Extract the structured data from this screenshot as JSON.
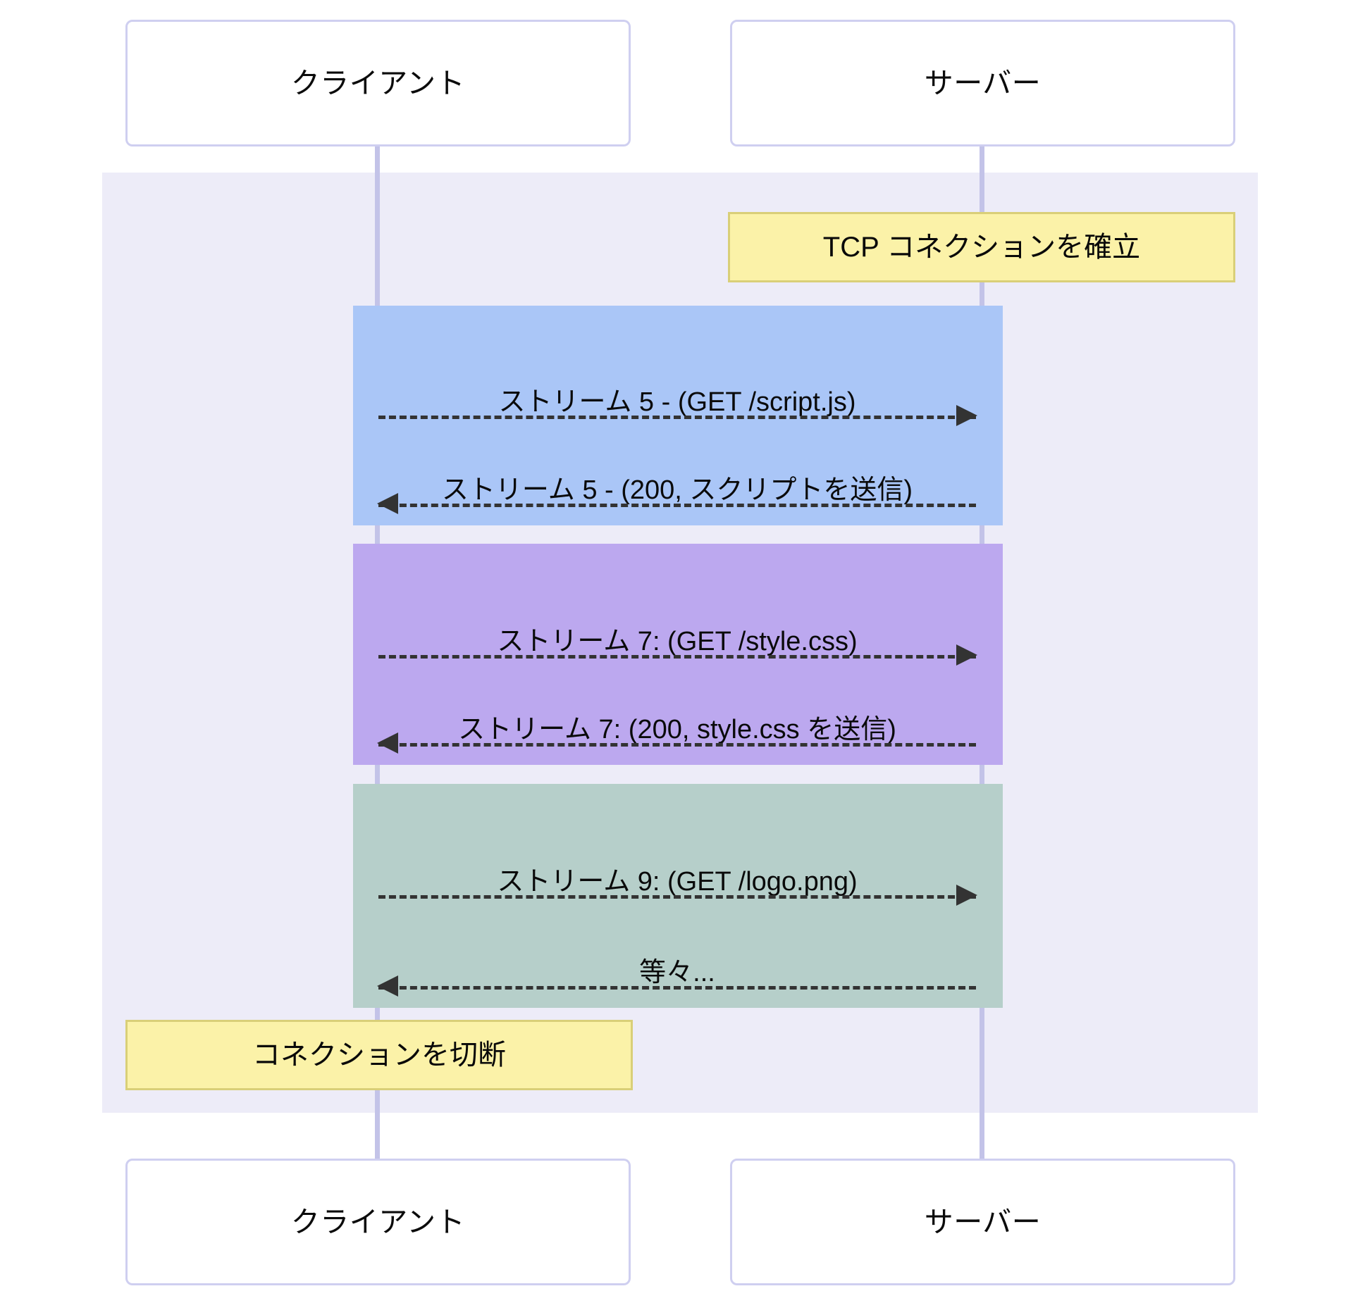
{
  "diagram": {
    "kind": "sequence-diagram",
    "background": "#ffffff",
    "region_background": "#edecf8"
  },
  "participants": {
    "client": {
      "label": "クライアント",
      "lifeline_color": "#c3c3e8"
    },
    "server": {
      "label": "サーバー",
      "lifeline_color": "#c3c3e8"
    }
  },
  "participants_bottom": {
    "client": {
      "label": "クライアント"
    },
    "server": {
      "label": "サーバー"
    }
  },
  "notes": [
    {
      "text": "TCP コネクションを確立",
      "color": "#fbf2a8",
      "border": "#d9cf78"
    },
    {
      "text": "コネクションを切断",
      "color": "#fbf2a8",
      "border": "#d9cf78"
    }
  ],
  "blocks": [
    {
      "name": "stream-5",
      "color": "#aac6f7"
    },
    {
      "name": "stream-7",
      "color": "#bca8ef"
    },
    {
      "name": "stream-9",
      "color": "#b6cfca"
    }
  ],
  "messages": [
    {
      "text": "ストリーム 5 - (GET /script.js)",
      "direction": "right"
    },
    {
      "text": "ストリーム 5 - (200, スクリプトを送信)",
      "direction": "left"
    },
    {
      "text": "ストリーム 7: (GET /style.css)",
      "direction": "right"
    },
    {
      "text": "ストリーム 7: (200, style.css を送信)",
      "direction": "left"
    },
    {
      "text": "ストリーム 9: (GET /logo.png)",
      "direction": "right"
    },
    {
      "text": "等々...",
      "direction": "left"
    }
  ]
}
